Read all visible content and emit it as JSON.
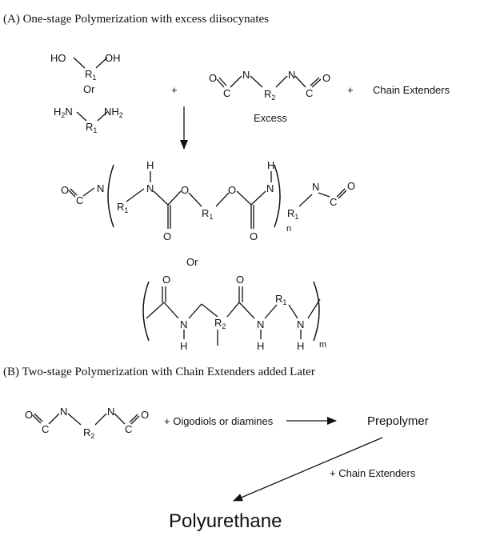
{
  "section_a": {
    "title": "(A) One-stage Polymerization with excess diisocynates",
    "reactants": {
      "diol": {
        "left_group": "HO",
        "right_group": "OH",
        "r_label": "R",
        "r_sub": "1"
      },
      "or_text": "Or",
      "diamine": {
        "left_group": "H",
        "left_sub": "2",
        "left_tail": "N",
        "right_group": "NH",
        "right_sub": "2",
        "r_label": "R",
        "r_sub": "1"
      },
      "plus_1": "+",
      "diisocyanate": {
        "o": "O",
        "c": "C",
        "n": "N",
        "r_label": "R",
        "r_sub": "2"
      },
      "excess_label": "Excess",
      "plus_2": "+",
      "chain_extenders": "Chain Extenders"
    },
    "product_urethane": {
      "o": "O",
      "c": "C",
      "n": "N",
      "h": "H",
      "r_label": "R",
      "r_sub": "1",
      "repeat": "n"
    },
    "or_text": "Or",
    "product_urea": {
      "o": "O",
      "n": "N",
      "h": "H",
      "r1_label": "R",
      "r1_sub": "1",
      "r2_label": "R",
      "r2_sub": "2",
      "repeat": "m"
    }
  },
  "section_b": {
    "title": "(B) Two-stage Polymerization with Chain Extenders added Later",
    "diisocyanate": {
      "o": "O",
      "c": "C",
      "n": "N",
      "r_label": "R",
      "r_sub": "2"
    },
    "reagent_text": "+ Oigodiols or diamines",
    "prepolymer": "Prepolymer",
    "chain_extenders": "+ Chain Extenders",
    "product": "Polyurethane"
  }
}
